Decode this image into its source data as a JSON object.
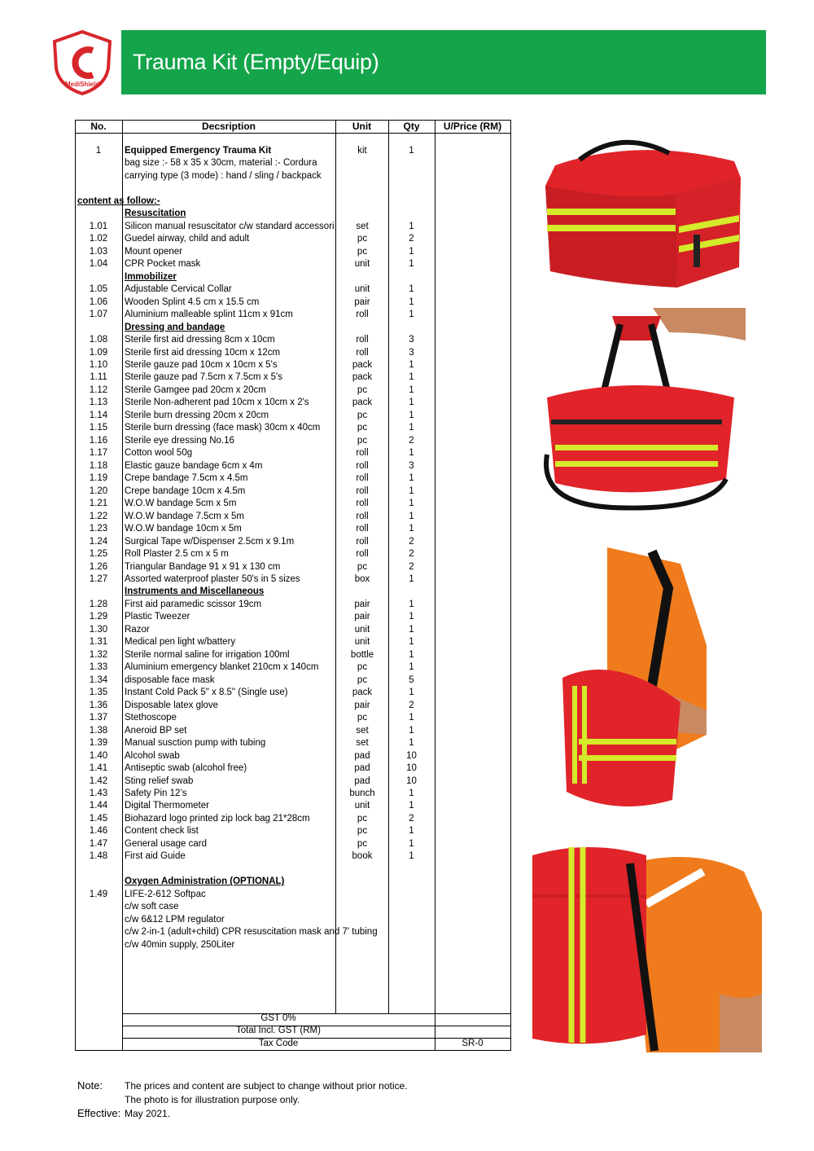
{
  "brand": {
    "logo_text": "MediShield"
  },
  "banner": {
    "title": "Trauma Kit (Empty/Equip)"
  },
  "table": {
    "headers": {
      "no": "No.",
      "description": "Decsription",
      "unit": "Unit",
      "qty": "Qty",
      "uprice": "U/Price (RM)"
    },
    "rows": [
      {
        "no": "1",
        "desc": "Equipped Emergency Trauma Kit",
        "unit": "kit",
        "qty": "1",
        "style": "bold"
      },
      {
        "no": "",
        "desc": "bag size :- 58 x 35 x 30cm, material :- Cordura",
        "unit": "",
        "qty": ""
      },
      {
        "no": "",
        "desc": "carrying type (3 mode) : hand / sling / backpack",
        "unit": "",
        "qty": ""
      },
      {
        "no": "",
        "desc": "",
        "unit": "",
        "qty": ""
      },
      {
        "no": "",
        "desc": "content as follow:-",
        "unit": "",
        "qty": "",
        "style": "content"
      },
      {
        "no": "",
        "desc": "Resuscitation",
        "unit": "",
        "qty": "",
        "style": "section"
      },
      {
        "no": "1.01",
        "desc": "Silicon manual resuscitator c/w standard accessories",
        "unit": "set",
        "qty": "1"
      },
      {
        "no": "1.02",
        "desc": "Guedel airway, child and adult",
        "unit": "pc",
        "qty": "2"
      },
      {
        "no": "1.03",
        "desc": "Mount opener",
        "unit": "pc",
        "qty": "1"
      },
      {
        "no": "1.04",
        "desc": "CPR Pocket mask",
        "unit": "unit",
        "qty": "1"
      },
      {
        "no": "",
        "desc": "Immobilizer",
        "unit": "",
        "qty": "",
        "style": "section"
      },
      {
        "no": "1.05",
        "desc": "Adjustable Cervical Collar",
        "unit": "unit",
        "qty": "1"
      },
      {
        "no": "1.06",
        "desc": "Wooden Splint 4.5 cm x 15.5 cm",
        "unit": "pair",
        "qty": "1"
      },
      {
        "no": "1.07",
        "desc": "Aluminium malleable splint 11cm x 91cm",
        "unit": "roll",
        "qty": "1"
      },
      {
        "no": "",
        "desc": "Dressing and bandage",
        "unit": "",
        "qty": "",
        "style": "section"
      },
      {
        "no": "1.08",
        "desc": "Sterile first aid dressing 8cm x 10cm",
        "unit": "roll",
        "qty": "3"
      },
      {
        "no": "1.09",
        "desc": "Sterile first aid dressing 10cm x 12cm",
        "unit": "roll",
        "qty": "3"
      },
      {
        "no": "1.10",
        "desc": "Sterile gauze pad 10cm x 10cm x 5's",
        "unit": "pack",
        "qty": "1"
      },
      {
        "no": "1.11",
        "desc": "Sterile gauze pad 7.5cm x 7.5cm x 5's",
        "unit": "pack",
        "qty": "1"
      },
      {
        "no": "1.12",
        "desc": "Sterile Gamgee pad 20cm x 20cm",
        "unit": "pc",
        "qty": "1"
      },
      {
        "no": "1.13",
        "desc": "Sterile Non-adherent pad 10cm x 10cm x 2's",
        "unit": "pack",
        "qty": "1"
      },
      {
        "no": "1.14",
        "desc": "Sterile burn dressing 20cm x 20cm",
        "unit": "pc",
        "qty": "1"
      },
      {
        "no": "1.15",
        "desc": " Sterile burn dressing (face mask) 30cm x 40cm",
        "unit": "pc",
        "qty": "1"
      },
      {
        "no": "1.16",
        "desc": "Sterile eye dressing No.16",
        "unit": "pc",
        "qty": "2"
      },
      {
        "no": "1.17",
        "desc": "Cotton wool 50g",
        "unit": "roll",
        "qty": "1"
      },
      {
        "no": "1.18",
        "desc": "Elastic gauze bandage 6cm x 4m",
        "unit": "roll",
        "qty": "3"
      },
      {
        "no": "1.19",
        "desc": "Crepe bandage 7.5cm x 4.5m",
        "unit": "roll",
        "qty": "1"
      },
      {
        "no": "1.20",
        "desc": "Crepe bandage 10cm x 4.5m",
        "unit": "roll",
        "qty": "1"
      },
      {
        "no": "1.21",
        "desc": "W.O.W bandage 5cm x 5m",
        "unit": "roll",
        "qty": "1"
      },
      {
        "no": "1.22",
        "desc": "W.O.W bandage 7.5cm x 5m",
        "unit": "roll",
        "qty": "1"
      },
      {
        "no": "1.23",
        "desc": "W.O.W bandage 10cm x 5m",
        "unit": "roll",
        "qty": "1"
      },
      {
        "no": "1.24",
        "desc": "Surgical Tape w/Dispenser 2.5cm x 9.1m",
        "unit": "roll",
        "qty": "2"
      },
      {
        "no": "1.25",
        "desc": "Roll Plaster 2.5 cm x 5 m",
        "unit": "roll",
        "qty": "2"
      },
      {
        "no": "1.26",
        "desc": "Triangular Bandage 91 x 91 x 130 cm",
        "unit": "pc",
        "qty": "2"
      },
      {
        "no": "1.27",
        "desc": "Assorted waterproof plaster 50's in 5 sizes",
        "unit": "box",
        "qty": "1"
      },
      {
        "no": "",
        "desc": "Instruments and Miscellaneous",
        "unit": "",
        "qty": "",
        "style": "section"
      },
      {
        "no": "1.28",
        "desc": "First aid paramedic scissor 19cm",
        "unit": "pair",
        "qty": "1"
      },
      {
        "no": "1.29",
        "desc": "Plastic Tweezer",
        "unit": "pair",
        "qty": "1"
      },
      {
        "no": "1.30",
        "desc": "Razor",
        "unit": "unit",
        "qty": "1"
      },
      {
        "no": "1.31",
        "desc": "Medical pen light w/battery",
        "unit": "unit",
        "qty": "1"
      },
      {
        "no": "1.32",
        "desc": "Sterile normal saline for irrigation 100ml",
        "unit": "bottle",
        "qty": "1"
      },
      {
        "no": "1.33",
        "desc": "Aluminium emergency blanket 210cm x 140cm",
        "unit": "pc",
        "qty": "1"
      },
      {
        "no": "1.34",
        "desc": "disposable face mask",
        "unit": "pc",
        "qty": "5"
      },
      {
        "no": "1.35",
        "desc": "Instant Cold Pack 5\" x 8.5\" (Single use)",
        "unit": "pack",
        "qty": "1"
      },
      {
        "no": "1.36",
        "desc": "Disposable latex glove",
        "unit": "pair",
        "qty": "2"
      },
      {
        "no": "1.37",
        "desc": "Stethoscope",
        "unit": "pc",
        "qty": "1"
      },
      {
        "no": "1.38",
        "desc": "Aneroid BP set",
        "unit": "set",
        "qty": "1"
      },
      {
        "no": "1.39",
        "desc": "Manual susction pump with tubing",
        "unit": "set",
        "qty": "1"
      },
      {
        "no": "1.40",
        "desc": "Alcohol swab",
        "unit": "pad",
        "qty": "10"
      },
      {
        "no": "1.41",
        "desc": "Antiseptic swab (alcohol free)",
        "unit": "pad",
        "qty": "10"
      },
      {
        "no": "1.42",
        "desc": "Sting relief swab",
        "unit": "pad",
        "qty": "10"
      },
      {
        "no": "1.43",
        "desc": "Safety Pin 12’s",
        "unit": "bunch",
        "qty": "1"
      },
      {
        "no": "1.44",
        "desc": "Digital Thermometer",
        "unit": "unit",
        "qty": "1"
      },
      {
        "no": "1.45",
        "desc": "Biohazard logo printed zip lock bag 21*28cm",
        "unit": "pc",
        "qty": "2"
      },
      {
        "no": "1.46",
        "desc": "Content check list",
        "unit": "pc",
        "qty": "1"
      },
      {
        "no": "1.47",
        "desc": "General usage card",
        "unit": "pc",
        "qty": "1"
      },
      {
        "no": "1.48",
        "desc": "First aid Guide",
        "unit": "book",
        "qty": "1"
      },
      {
        "no": "",
        "desc": "",
        "unit": "",
        "qty": ""
      },
      {
        "no": "",
        "desc": "Oxygen Administration (OPTIONAL)",
        "unit": "",
        "qty": "",
        "style": "oxygen"
      },
      {
        "no": "1.49",
        "desc": "LIFE-2-612 Softpac",
        "unit": "",
        "qty": ""
      },
      {
        "no": "",
        "desc": "c/w soft case",
        "unit": "",
        "qty": ""
      },
      {
        "no": "",
        "desc": "c/w 6&12 LPM regulator",
        "unit": "",
        "qty": ""
      },
      {
        "no": "",
        "desc": "c/w 2-in-1 (adult+child) CPR resuscitation mask and 7' tubing",
        "unit": "",
        "qty": "",
        "style": "wide"
      },
      {
        "no": "",
        "desc": "c/w 40min supply, 250Liter",
        "unit": "",
        "qty": ""
      }
    ],
    "footer": {
      "gst": "GST 0%",
      "total": "Total Incl. GST (RM)",
      "tax_code_label": "Tax Code",
      "tax_code_value": "SR-0"
    }
  },
  "notes": {
    "note_label": "Note:",
    "line1": "The prices and content are subject to change without prior notice.",
    "line2": "The photo is for illustration purpose only.",
    "effective_label": "Effective:",
    "effective_value": "May 2021."
  },
  "colors": {
    "banner": "#14a54a",
    "logo_red": "#d7262b",
    "bag_red": "#e0242a",
    "reflective": "#d4ea2a"
  }
}
